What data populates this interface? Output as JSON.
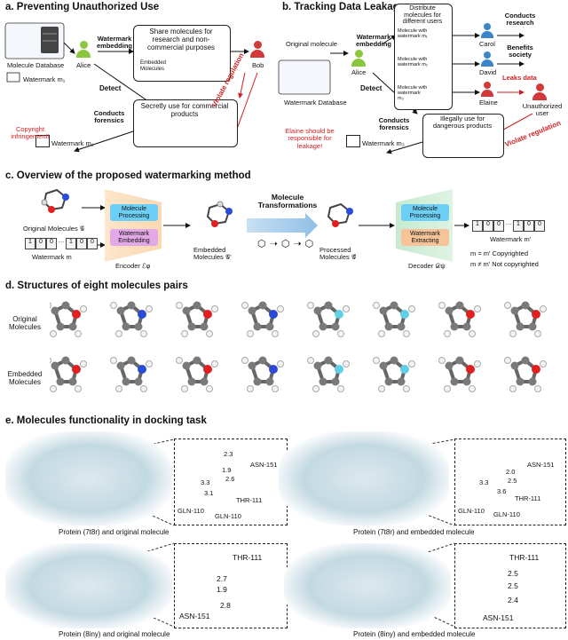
{
  "panel_a": {
    "title": "a. Preventing Unauthorized Use",
    "molecule_db": "Molecule Database",
    "watermark_m1": "Watermark m₁",
    "watermark_m1b": "Watermark m₁",
    "alice": "Alice",
    "bob": "Bob",
    "watermark_embedding": "Watermark embedding",
    "share_text": "Share molecules for research and non-commercial purposes",
    "embedded_molecules": "Embedded Molecules",
    "detect": "Detect",
    "conducts_forensics": "Conducts forensics",
    "secretly_use": "Secretly use for commercial products",
    "copyright_infringement": "Copyright infringement!",
    "violate_regulation": "Violate regulation"
  },
  "panel_b": {
    "title": "b. Tracking Data Leakage",
    "original_molecule": "Original molecule",
    "watermark_database": "Watermark Database",
    "alice": "Alice",
    "watermark_embedding": "Watermark embedding",
    "detect": "Detect",
    "distribute": "Distribute molecules for different users",
    "mol_with_watermark_1": "Molecule with watermark m₁",
    "mol_with_watermark_2": "Molecule with watermark m₂",
    "mol_with_watermark_3": "Molecule with watermark m₃",
    "carol": "Carol",
    "david": "David",
    "elaine": "Elaine",
    "conducts_research": "Conducts research",
    "benefits_society": "Benefits society",
    "leaks_data": "Leaks data",
    "unauthorized_user": "Unauthorized user",
    "illegally_use": "Illegally use for dangerous products",
    "conducts_forensics": "Conducts forensics",
    "elaine_responsible": "Elaine should be responsible for leakage!",
    "watermark_m3": "Watermark m₃",
    "violate_regulation": "Violate regulation"
  },
  "panel_c": {
    "title": "c. Overview of the proposed watermarking method",
    "original_molecules": "Original Molecules 𝒢",
    "watermark_m": "Watermark m",
    "molecule_processing": "Molecule Processing",
    "watermark_embedding": "Watermark Embedding",
    "encoder": "Encoder ℰφ",
    "embedded_molecules": "Embedded Molecules 𝒢'",
    "molecule_transformations": "Molecule Transformations",
    "processed_molecules": "Processed Molecules 𝒢̂",
    "molecule_processing_2": "Molecule Processing",
    "watermark_extracting": "Watermark Extracting",
    "decoder": "Decoder 𝒟ψ",
    "watermark_mprime": "Watermark m'",
    "copyrighted": "m = m'   Copyrighted",
    "not_copyrighted": "m ≠ m'   Not copyrighted",
    "bits_in": [
      "1",
      "0",
      "0",
      "…",
      "1",
      "0",
      "0"
    ],
    "bits_out": [
      "1",
      "0",
      "0",
      "…",
      "1",
      "0",
      "0"
    ]
  },
  "panel_d": {
    "title": "d. Structures of eight molecules pairs",
    "original": "Original Molecules",
    "embedded": "Embedded Molecules"
  },
  "panel_e": {
    "title": "e. Molecules functionality in docking task",
    "captions": [
      "Protein (7t8r) and original molecule",
      "Protein (7t8r) and embedded molecule",
      "Protein (8iny) and original molecule",
      "Protein (8iny) and embedded molecule"
    ],
    "tl_labels": [
      "ASN-151",
      "2.3",
      "1.9",
      "2.6",
      "3.3",
      "3.1",
      "THR-111",
      "GLN-110",
      "GLN-110"
    ],
    "tr_labels": [
      "ASN-151",
      "2.0",
      "2.5",
      "3.3",
      "3.6",
      "THR-111",
      "GLN-110",
      "GLN-110"
    ],
    "bl_labels": [
      "THR-111",
      "2.7",
      "1.9",
      "2.8",
      "ASN-151"
    ],
    "br_labels": [
      "THR-111",
      "2.5",
      "2.5",
      "2.4",
      "ASN-151"
    ]
  },
  "colors": {
    "green_person": "#8cc63f",
    "red_person": "#d23a3a",
    "blue_person": "#3a86c8",
    "red_text": "#d21f1f",
    "arrow_blue": "#9cc3e4",
    "encoder_orange": "#fbe3c8",
    "decoder_green": "#cdeccf",
    "processing_blue": "#6ecff6",
    "embedding_purple": "#e3a8e6",
    "extracting_orange": "#f7c49a",
    "protein": "#b9d3dc"
  }
}
